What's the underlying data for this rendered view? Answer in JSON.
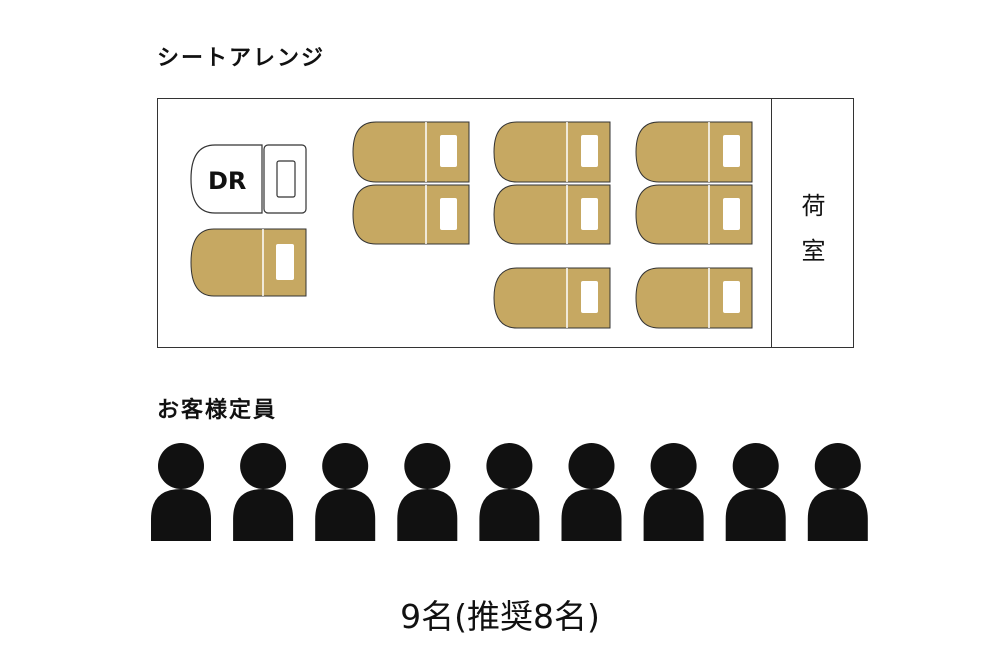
{
  "seat_arrangement": {
    "heading": "シートアレンジ",
    "driver_label": "DR",
    "cargo_label": [
      "荷",
      "室"
    ],
    "seat_color": "#c6a862",
    "outline_color": "#333333"
  },
  "capacity": {
    "heading": "お客様定員",
    "person_icon": "person-icon",
    "person_count": 9,
    "person_color": "#111111",
    "total_label": "9名(推奨8名)"
  }
}
